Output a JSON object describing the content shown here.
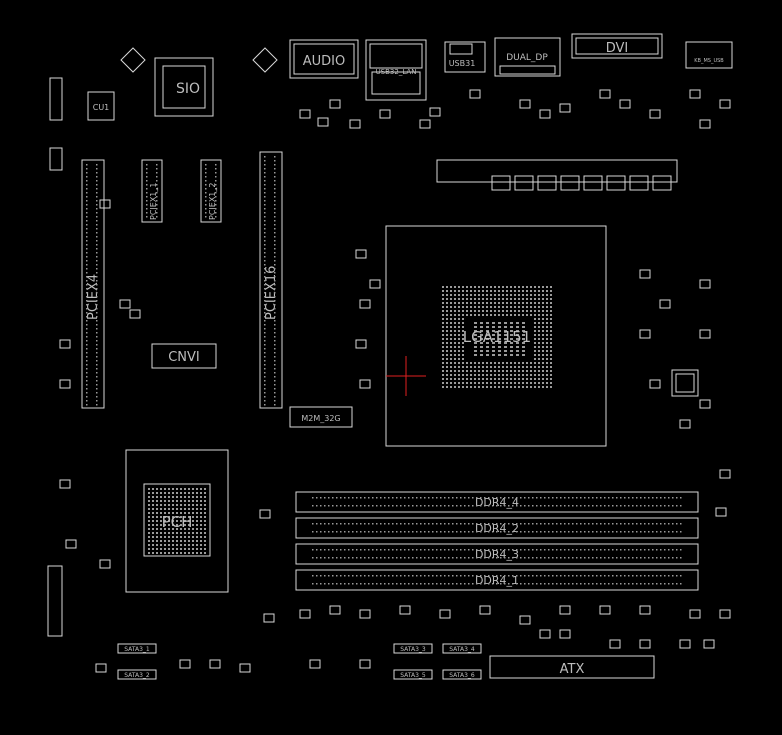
{
  "colors": {
    "background": "#000000",
    "outline": "#d8d8d8",
    "silkscreen_label": "#bdbdbd",
    "pad_fill": "#9a9a9a",
    "crosshair": "#e02020"
  },
  "labels": {
    "audio": "AUDIO",
    "usb32_lan": "USB32_LAN",
    "usb31": "USB31",
    "dual_dp": "DUAL_DP",
    "dvi": "DVI",
    "sio": "SIO",
    "cu1": "CU1",
    "pciex4": "PCIEX4",
    "pciex16": "PCIEX16",
    "pciex1_1": "PCIEX1_1",
    "pciex1_2": "PCIEX1_2",
    "cnvi": "CNVI",
    "m2m": "M2M_32G",
    "cpu_socket": "LGA1151",
    "pch": "PCH",
    "ddr4_1": "DDR4_1",
    "ddr4_2": "DDR4_2",
    "ddr4_3": "DDR4_3",
    "ddr4_4": "DDR4_4",
    "atx": "ATX",
    "sata3_1": "SATA3_1",
    "sata3_2": "SATA3_2",
    "sata3_3": "SATA3_3",
    "sata3_4": "SATA3_4",
    "sata3_5": "SATA3_5",
    "sata3_6": "SATA3_6",
    "kb_ms": "KB_MS_USB"
  }
}
